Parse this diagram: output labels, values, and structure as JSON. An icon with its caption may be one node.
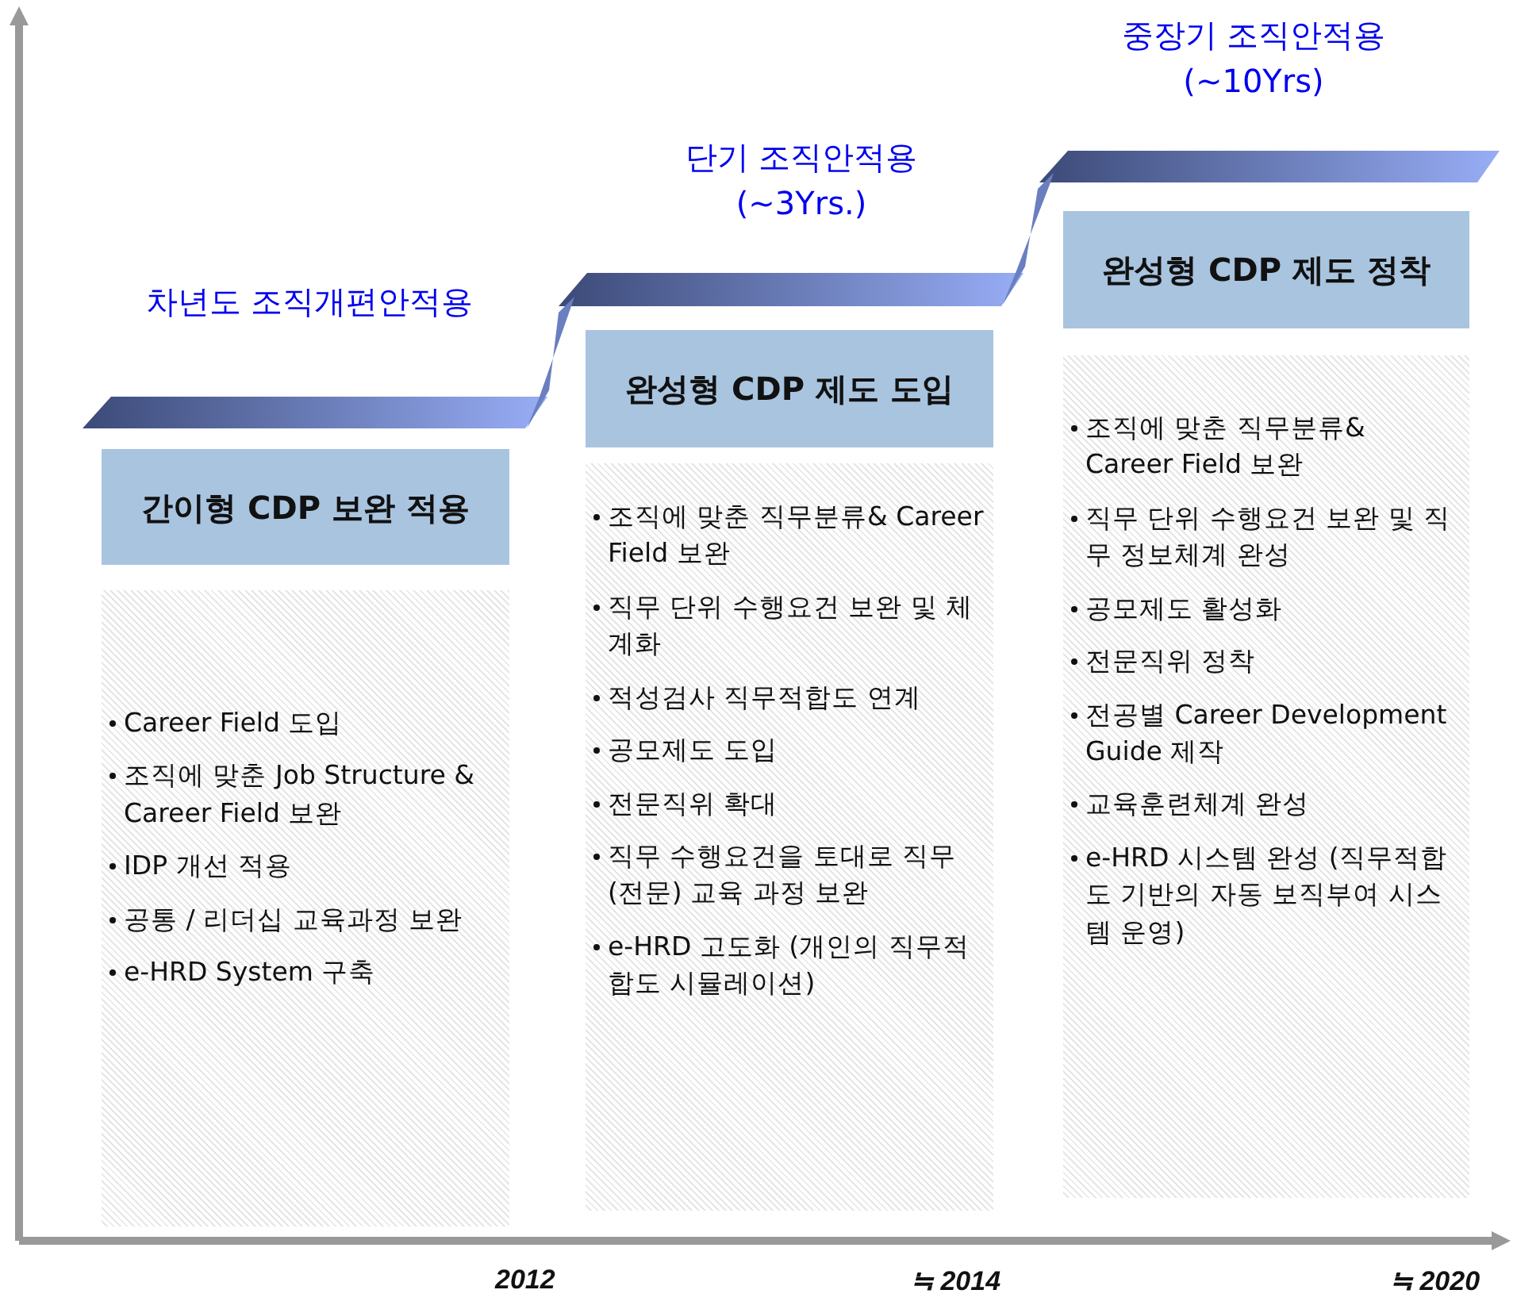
{
  "diagram": {
    "nodes": [
      {
        "text": [
          "간이형 CDP 보완 적용"
        ]
      },
      {
        "text": [
          "Career Field 도입",
          "조직에 맞춘 Job Structure & Career Field 보완",
          "IDP 개선 적용",
          "공통 / 리더십 교육과정 보완",
          "e-HRD System 구축"
        ]
      },
      {
        "text": [
          "완성형 CDP 제도 도입"
        ]
      },
      {
        "text": [
          "조직에 맞춘 직무분류& Career Field 보완",
          "직무 단위 수행요건 보완 및 체계화",
          "적성검사 직무적합도 연계",
          "공모제도 도입",
          "전문직위 확대",
          "직무 수행요건을 토대로 직무(전문) 교육 과정 보완",
          "e-HRD 고도화 (개인의 직무적합도 시뮬레이션)"
        ]
      },
      {
        "text": [
          "완성형 CDP 제도 정착"
        ]
      },
      {
        "text": [
          "조직에 맞춘 직무분류& Career Field 보완",
          "직무 단위 수행요건 보완 및 직무 정보체계 완성",
          "공모제도 활성화",
          "전문직위 정착",
          "전공별 Career Development Guide 제작",
          "교육훈련체계 완성",
          "e-HRD 시스템 완성 (직무적합도 기반의 자동 보직부여 시스템 운영)"
        ]
      }
    ],
    "labels": [
      "중장기 조직안적용 (~10Yrs)",
      "단기 조직안적용 (~3Yrs.)",
      "차년도 조직개편안적용",
      "2012",
      "≒ 2014",
      "≒ 2020"
    ]
  }
}
